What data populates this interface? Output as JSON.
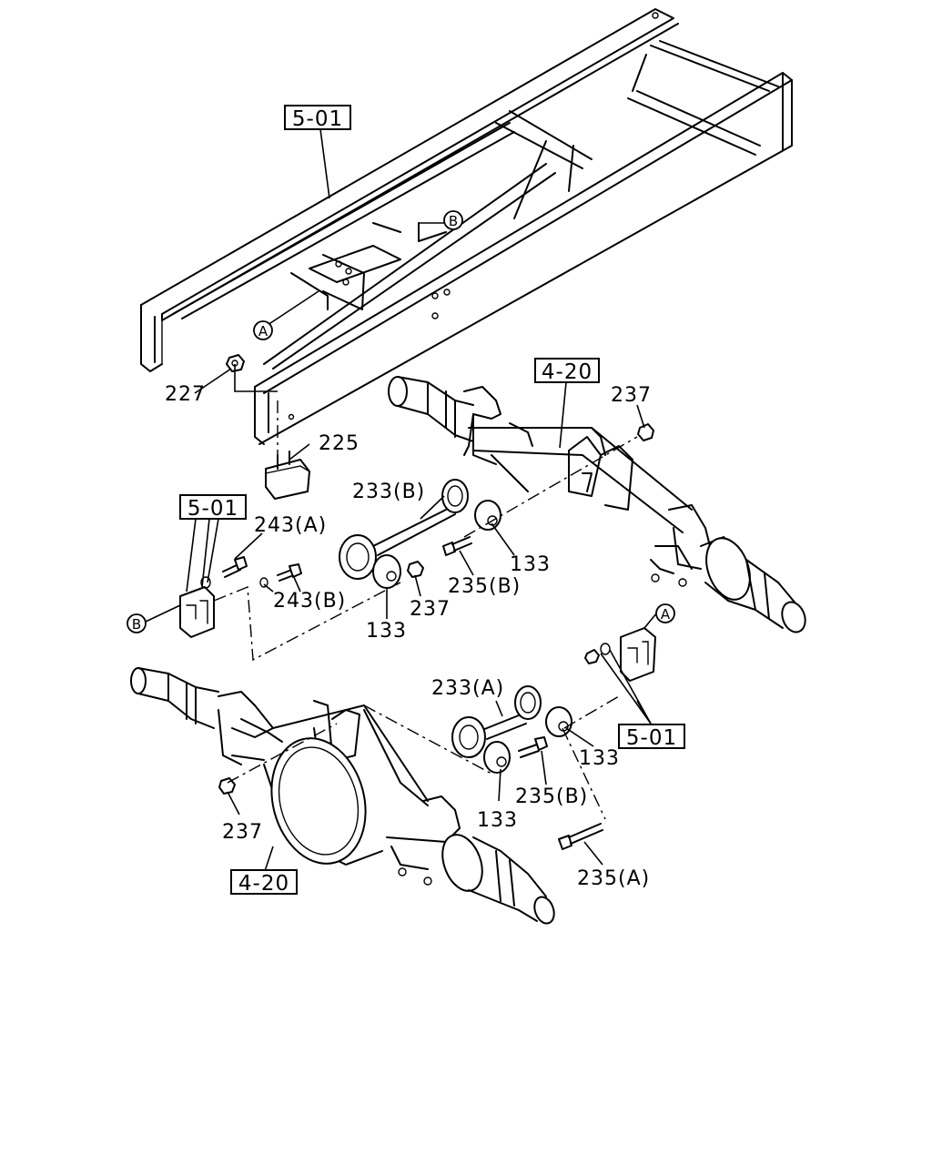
{
  "refs": {
    "frame_top": "5-01",
    "frame_left": "5-01",
    "frame_right": "5-01",
    "axle_upper": "4-20",
    "axle_lower": "4-20"
  },
  "markers": {
    "b_frame": "B",
    "a_frame": "A",
    "b_bracket": "B",
    "a_bracket": "A"
  },
  "parts": {
    "p227": "227",
    "p225": "225",
    "p237_top": "237",
    "p233b": "233(B)",
    "p243a": "243(A)",
    "p243b": "243(B)",
    "p133_mid_right": "133",
    "p235b_top": "235(B)",
    "p237_mid": "237",
    "p133_mid_left": "133",
    "p233a": "233(A)",
    "p133_low_right": "133",
    "p235b_low": "235(B)",
    "p133_low_left": "133",
    "p237_low": "237",
    "p235a": "235(A)"
  }
}
